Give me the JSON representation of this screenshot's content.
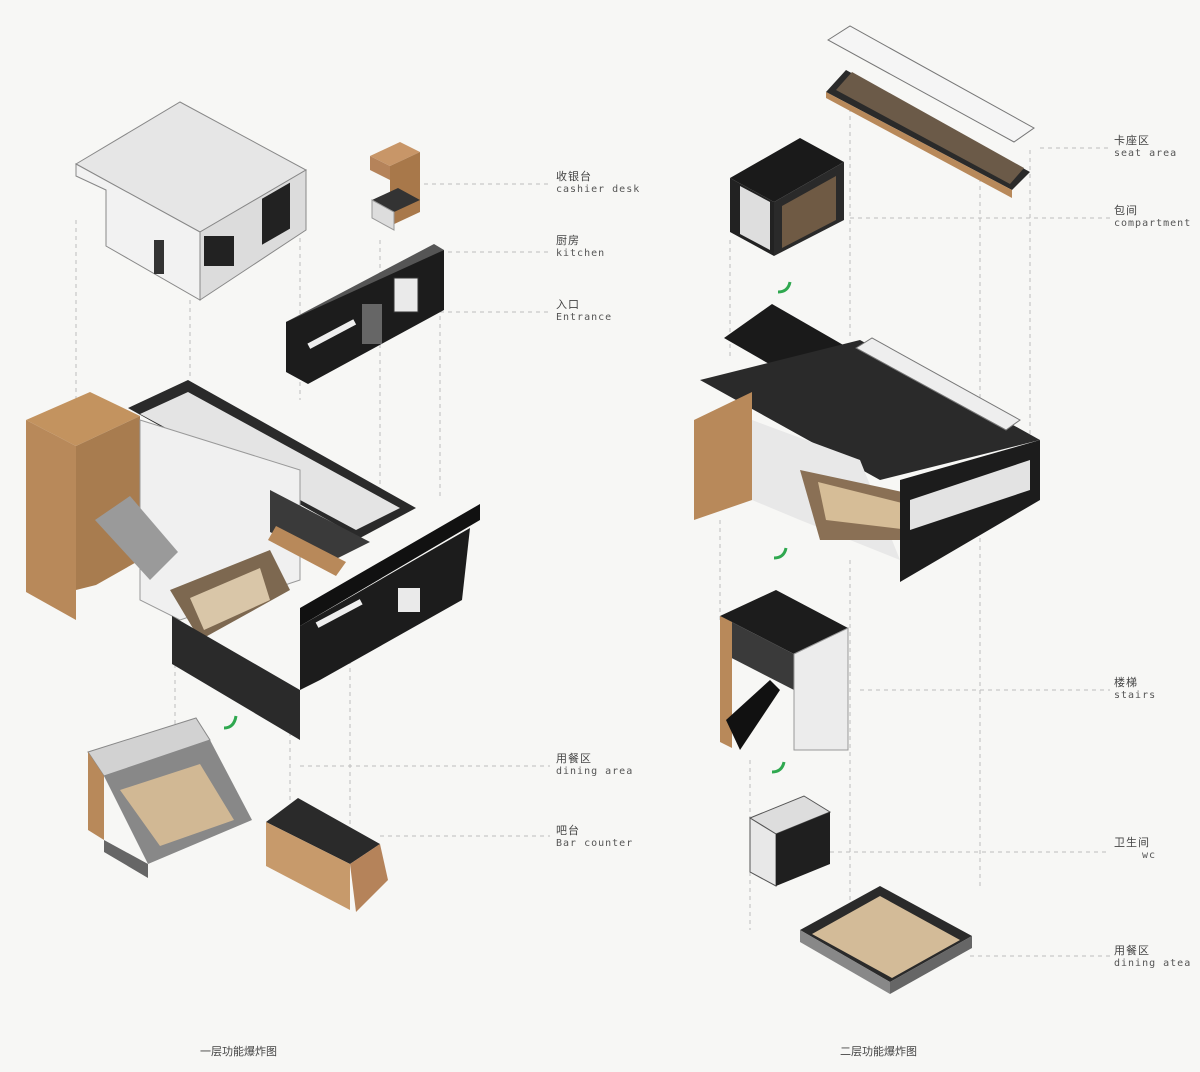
{
  "left_labels": [
    {
      "cn": "收银台",
      "en": "cashier desk"
    },
    {
      "cn": "厨房",
      "en": "kitchen"
    },
    {
      "cn": "入口",
      "en": "Entrance"
    },
    {
      "cn": "用餐区",
      "en": "dining area"
    },
    {
      "cn": "吧台",
      "en": "Bar counter"
    }
  ],
  "right_labels": [
    {
      "cn": "卡座区",
      "en": "seat  area"
    },
    {
      "cn": "包间",
      "en": "compartment"
    },
    {
      "cn": "楼梯",
      "en": "stairs"
    },
    {
      "cn": "卫生间",
      "en": "wc"
    },
    {
      "cn": "用餐区",
      "en": "dining atea"
    }
  ],
  "captions": {
    "left": "一层功能爆炸图",
    "right": "二层功能爆炸图"
  },
  "colors": {
    "wood": "#b8895a",
    "dark": "#1f1f1f",
    "white": "#ececec",
    "accent": "#2fa84f",
    "guide": "#bbbbbb"
  }
}
